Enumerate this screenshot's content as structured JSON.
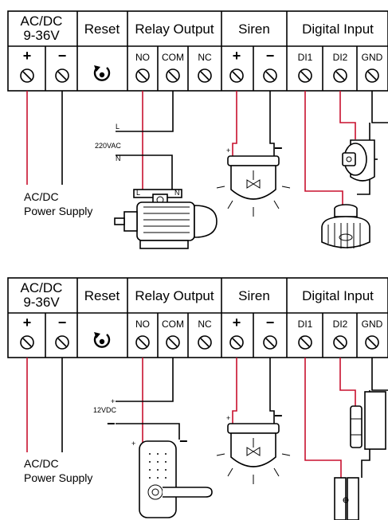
{
  "headers": {
    "power_line1": "AC/DC",
    "power_line2": "9-36V",
    "reset": "Reset",
    "relay": "Relay Output",
    "siren": "Siren",
    "digital": "Digital Input"
  },
  "terminals": {
    "plus": "+",
    "minus": "−",
    "no": "NO",
    "com": "COM",
    "nc": "NC",
    "di1": "DI1",
    "di2": "DI2",
    "gnd": "GND"
  },
  "top_diagram": {
    "supply_line1": "AC/DC",
    "supply_line2": "Power Supply",
    "voltage": "220VAC",
    "l_label": "L",
    "n_label": "N",
    "motor_l": "L",
    "motor_n": "N",
    "siren_plus": "+",
    "siren_minus": "−"
  },
  "bottom_diagram": {
    "supply_line1": "AC/DC",
    "supply_line2": "Power Supply",
    "voltage": "12VDC",
    "plus_label": "+",
    "minus_label": "−",
    "lock_plus": "+",
    "lock_minus": "−",
    "siren_plus": "+",
    "siren_minus": "−"
  },
  "colors": {
    "wire_red": "#c8102e",
    "wire_black": "#000000",
    "background": "#ffffff"
  }
}
